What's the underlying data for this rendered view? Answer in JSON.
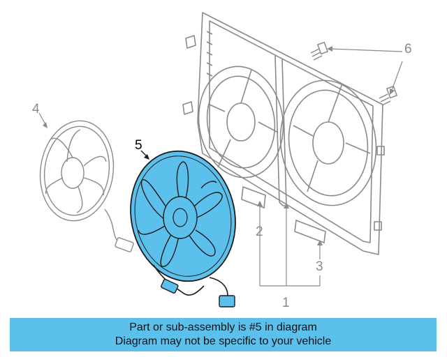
{
  "diagram": {
    "callouts": [
      "1",
      "2",
      "3",
      "4",
      "5",
      "6"
    ],
    "highlighted_part": "5",
    "highlight_color": "#5bc0eb",
    "line_color": "#8a8a8a"
  },
  "banner": {
    "line1": "Part or sub-assembly is #5 in diagram",
    "line2": "Diagram may not be specific to your vehicle",
    "background": "#5bc0eb"
  }
}
